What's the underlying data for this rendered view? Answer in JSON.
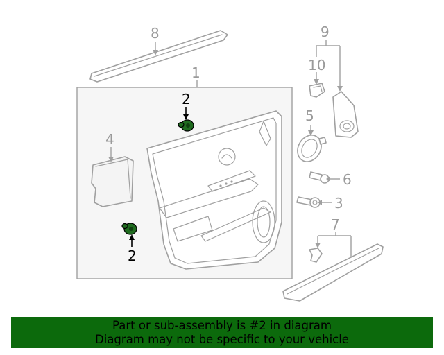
{
  "callouts": {
    "c1": "1",
    "c2a": "2",
    "c2b": "2",
    "c3": "3",
    "c4": "4",
    "c5": "5",
    "c6": "6",
    "c7": "7",
    "c8": "8",
    "c9": "9",
    "c10": "10"
  },
  "highlight_part": "2",
  "colors": {
    "highlight": "#1f6b1f",
    "banner_bg": "#0c6a0c",
    "linework": "#a0a0a0",
    "callout_text": "#9a9a9a"
  },
  "banner": {
    "line1": "Part or sub-assembly is #2 in diagram",
    "line2": "Diagram may not be specific to your vehicle"
  }
}
